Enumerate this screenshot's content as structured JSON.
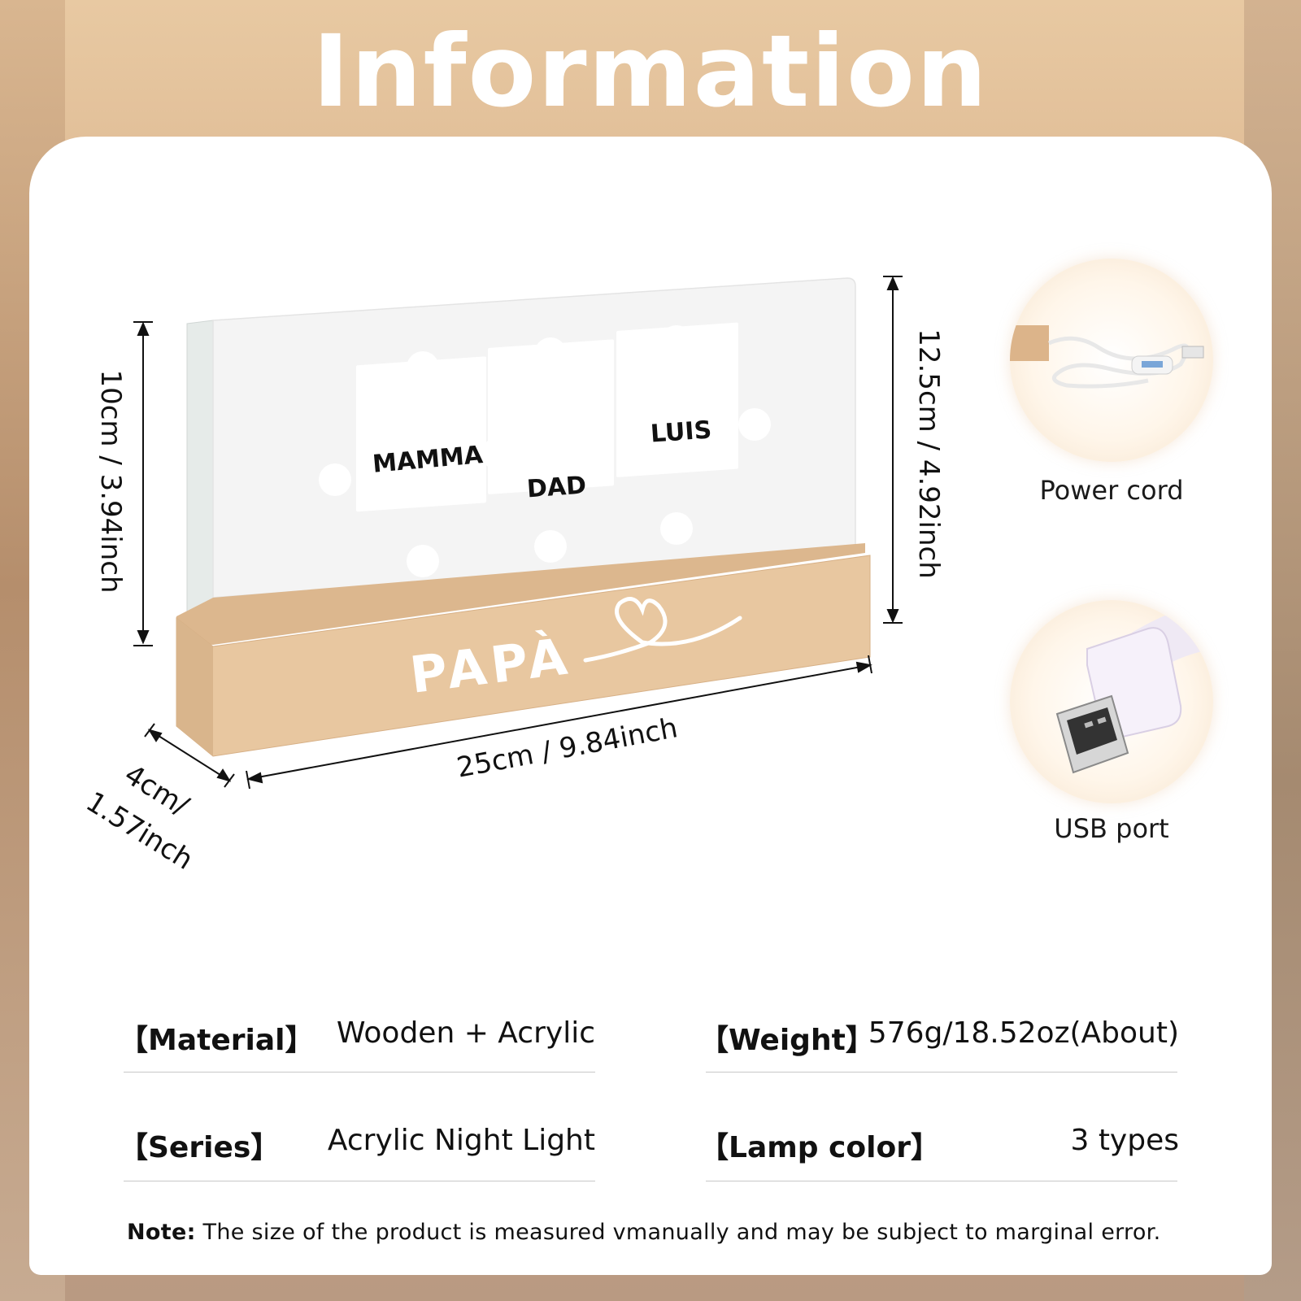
{
  "header": {
    "title": "Information"
  },
  "product": {
    "panel_names": [
      "MAMMA",
      "DAD",
      "LUIS"
    ],
    "base_text": "PAPÀ"
  },
  "dimensions": {
    "panel_height": "10cm / 3.94inch",
    "total_height": "12.5cm / 4.92inch",
    "length": "25cm / 9.84inch",
    "depth_line1": "4cm/",
    "depth_line2": "1.57inch"
  },
  "accessories": [
    {
      "label": "Power cord",
      "icon": "power-cord-photo"
    },
    {
      "label": "USB port",
      "icon": "usb-port-photo"
    }
  ],
  "specs": {
    "material_label": "【Material】",
    "material_value": "Wooden + Acrylic",
    "weight_label": "【Weight】",
    "weight_value": "576g/18.52oz(About)",
    "series_label": "【Series】",
    "series_value": "Acrylic Night Light",
    "lamp_label": "【Lamp color】",
    "lamp_value": "3 types"
  },
  "note": {
    "label": "Note:",
    "text": " The size of the product is measured vmanually and may be subject to marginal error."
  },
  "colors": {
    "wood": "#e9c9a0",
    "acrylic": "#f2f2f2",
    "card": "#ffffff",
    "text": "#111111"
  }
}
